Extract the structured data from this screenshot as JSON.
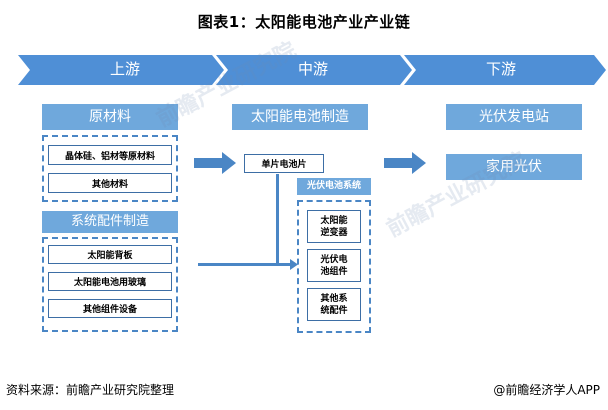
{
  "title": "图表1：太阳能电池产业产业链",
  "stages": [
    "上游",
    "中游",
    "下游"
  ],
  "upstream": {
    "raw_header": "原材料",
    "raw_items": [
      "晶体硅、铝材等原材料",
      "其他材料"
    ],
    "parts_header": "系统配件制造",
    "parts_items": [
      "太阳能背板",
      "太阳能电池用玻璃",
      "其他组件设备"
    ]
  },
  "midstream": {
    "header": "太阳能电池制造",
    "cell": "单片电池片",
    "system_header": "光伏电池系统",
    "system_items": [
      "太阳能\n逆变器",
      "光伏电\n池组件",
      "其他系\n统配件"
    ]
  },
  "downstream": {
    "header": "光伏发电站",
    "sub": "家用光伏"
  },
  "footer": {
    "source": "资料来源：前瞻产业研究院整理",
    "brand": "@前瞻经济学人APP"
  },
  "watermark": "前瞻产业研究院",
  "colors": {
    "chevron": "#4f8fd6",
    "header_fill": "#6fa8dc",
    "arrow": "#4a86c5"
  }
}
